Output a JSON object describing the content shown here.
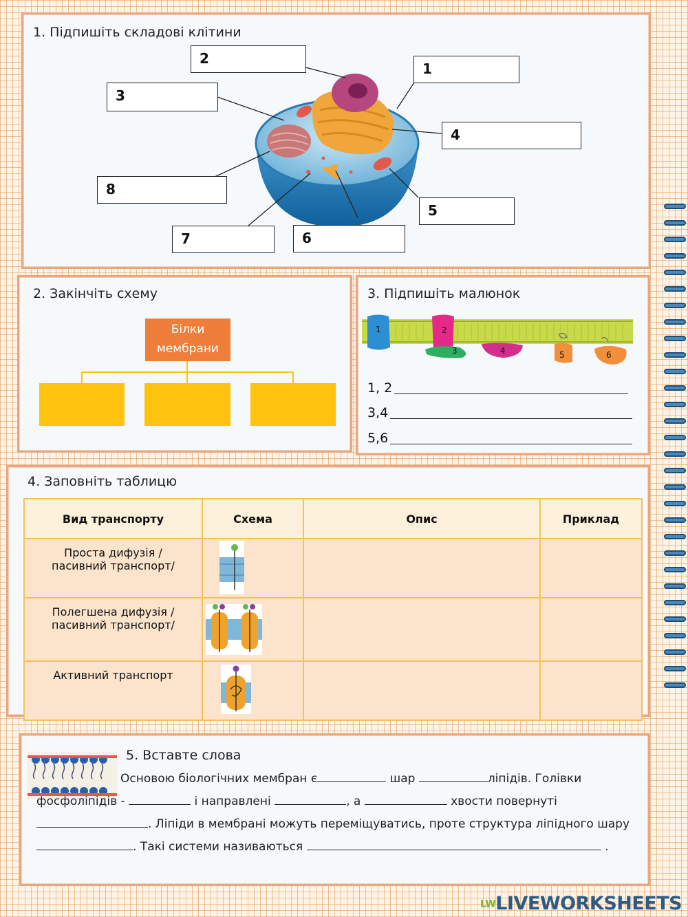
{
  "section1": {
    "title": "1. Підпишіть складові клітини",
    "labels": [
      "1",
      "2",
      "3",
      "4",
      "5",
      "6",
      "7",
      "8"
    ]
  },
  "section2": {
    "title": "2. Закінчіть схему",
    "root": "Білки мембрани"
  },
  "section3": {
    "title": "3. Підпишіть малюнок",
    "protein_labels": [
      "1",
      "2",
      "3",
      "4",
      "5",
      "6"
    ],
    "rows": [
      "1, 2",
      "3,4",
      "5,6"
    ]
  },
  "section4": {
    "title": "4. Заповніть таблицю",
    "headers": [
      "Вид транспорту",
      "Схема",
      "Опис",
      "Приклад"
    ],
    "rows": [
      {
        "type": "Проста дифузія /пасивний транспорт/"
      },
      {
        "type": "Полегшена дифузія /пасивний транспорт/"
      },
      {
        "type": "Активний транспорт"
      }
    ]
  },
  "section5": {
    "title": "5. Вставте слова",
    "line1_a": "Основою біологічних мембран є",
    "line1_b": "шар",
    "line1_c": "ліпідів. Голівки",
    "line2_a": "фосфоліпідів -",
    "line2_b": "і направлені",
    "line2_c": ", а",
    "line2_d": "хвости повернуті",
    "line3_a": ". Ліпіди в мембрані можуть переміщуватись, проте структура ліпідного шару",
    "line4_a": ". Такі системи називаються",
    "line4_b": "."
  },
  "branding": {
    "logo": "LIVEWORKSHEETS",
    "logo_mark": "LW"
  },
  "colors": {
    "panel_border": "#e8a77e",
    "orange": "#ef7e3b",
    "yellow": "#ffc20e",
    "membrane": "#c8d94a"
  }
}
